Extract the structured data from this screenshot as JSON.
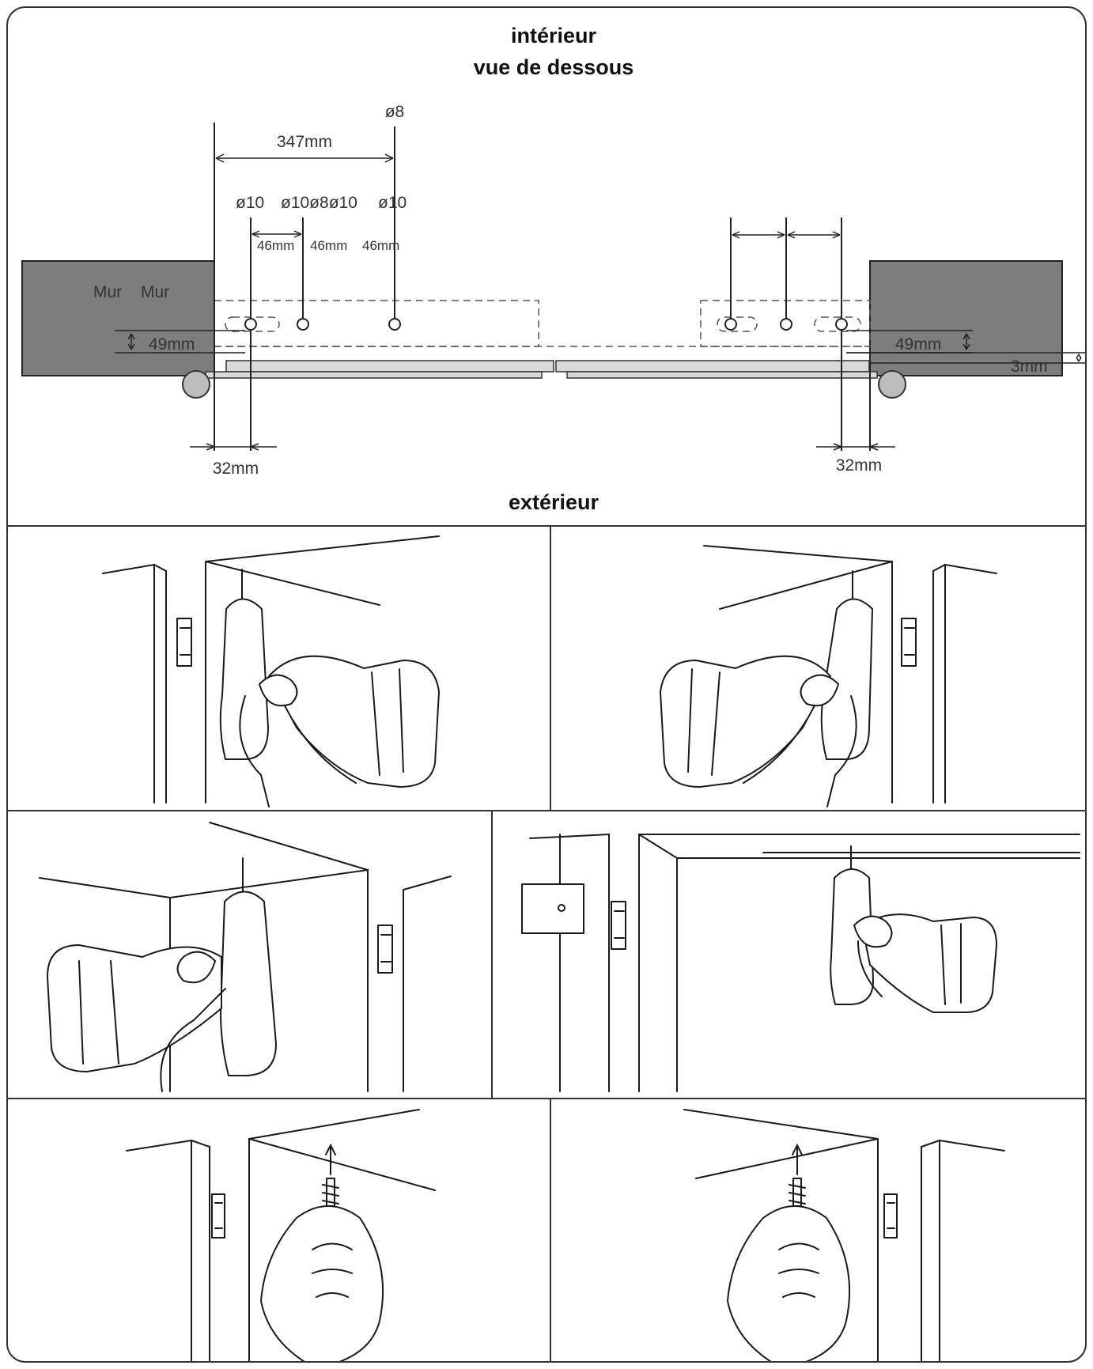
{
  "titles": {
    "interior": "intérieur",
    "bottom_view": "vue de dessous",
    "exterior": "extérieur"
  },
  "labels": {
    "wall_left_1": "Mur",
    "wall_left_2": "Mur"
  },
  "dimensions": {
    "span_347": "347mm",
    "dia_8_top": "ø8",
    "dia_10_a": "ø10",
    "dia_group": "ø10ø8ø10",
    "dia_10_b": "ø10",
    "spacing_1": "46mm",
    "spacing_2": "46mm",
    "spacing_3": "46mm",
    "height_left": "49mm",
    "height_right": "49mm",
    "gap_right": "3mm",
    "offset_left": "32mm",
    "offset_right": "32mm"
  },
  "colors": {
    "wall": "#7d7d7d",
    "rail": "#d9d9d9",
    "line": "#222222"
  },
  "steps": {
    "count": 6
  }
}
